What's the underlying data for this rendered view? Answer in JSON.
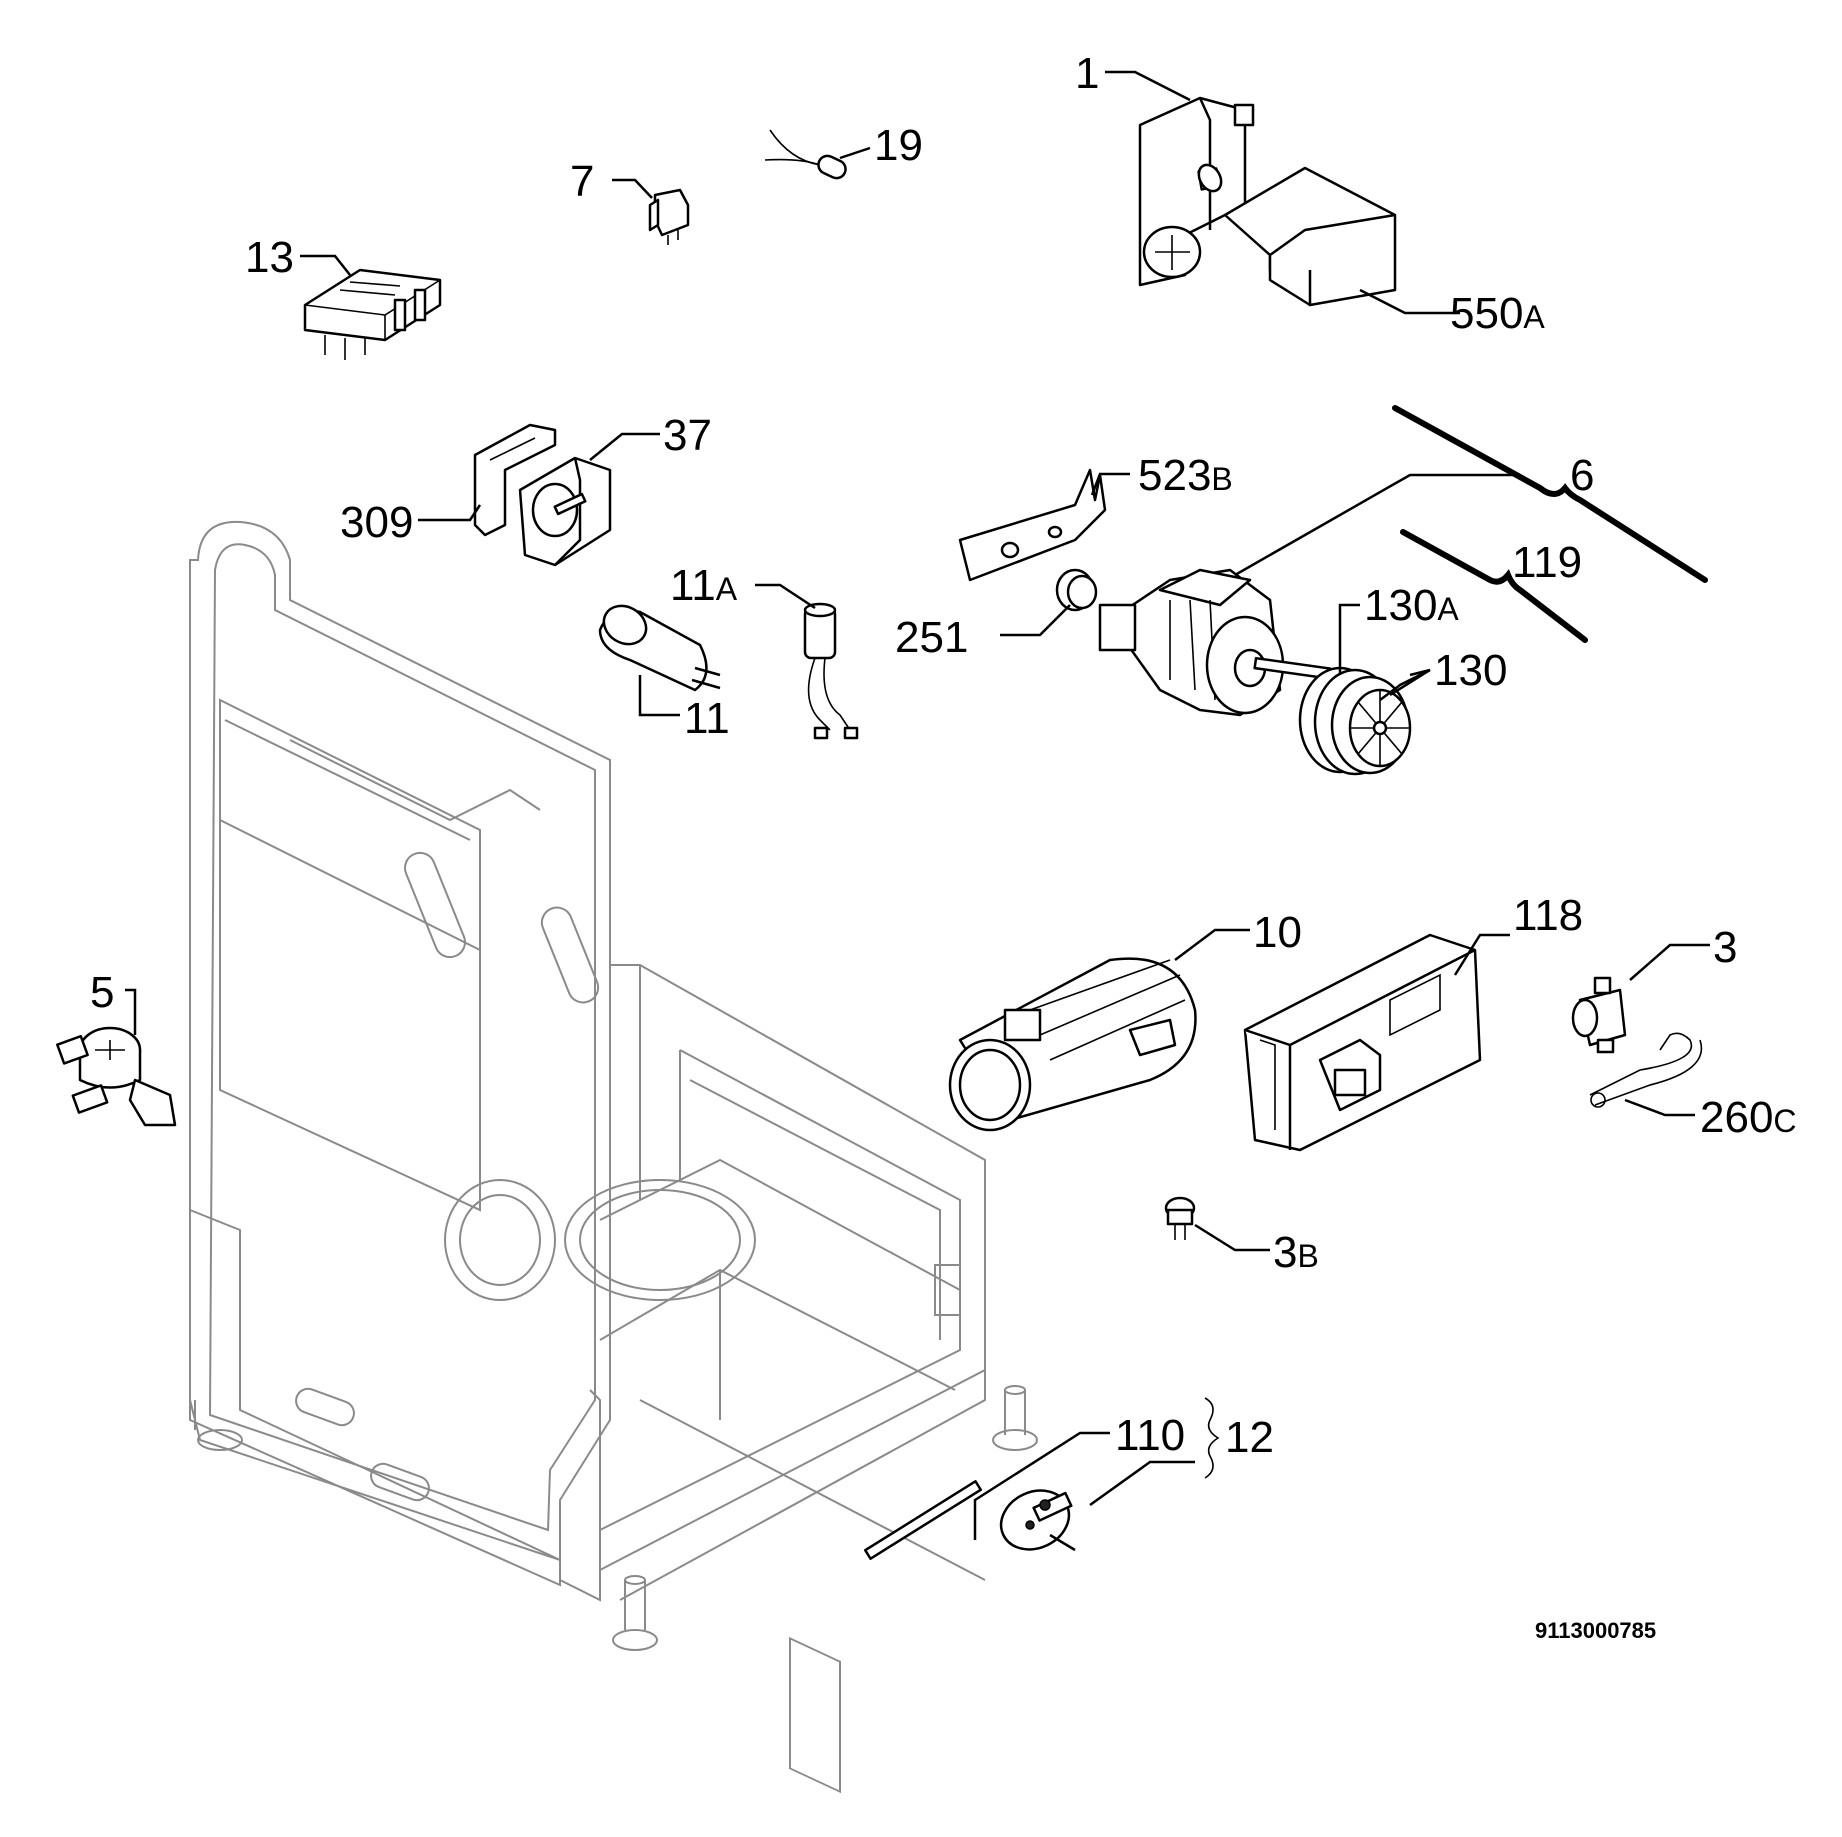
{
  "diagram": {
    "labels": {
      "p1": "1",
      "p19": "19",
      "p7": "7",
      "p13": "13",
      "p550a": "550",
      "p550a_suffix": "A",
      "p37": "37",
      "p309": "309",
      "p523b": "523",
      "p523b_suffix": "B",
      "p6": "6",
      "p119": "119",
      "p11a": "11",
      "p11a_suffix": "A",
      "p251": "251",
      "p130a": "130",
      "p130a_suffix": "A",
      "p130": "130",
      "p11": "11",
      "p10": "10",
      "p118": "118",
      "p3": "3",
      "p5": "5",
      "p260c": "260",
      "p260c_suffix": "C",
      "p3b": "3",
      "p3b_suffix": "B",
      "p110": "110",
      "p12": "12"
    },
    "drawing_number": "9113000785"
  }
}
